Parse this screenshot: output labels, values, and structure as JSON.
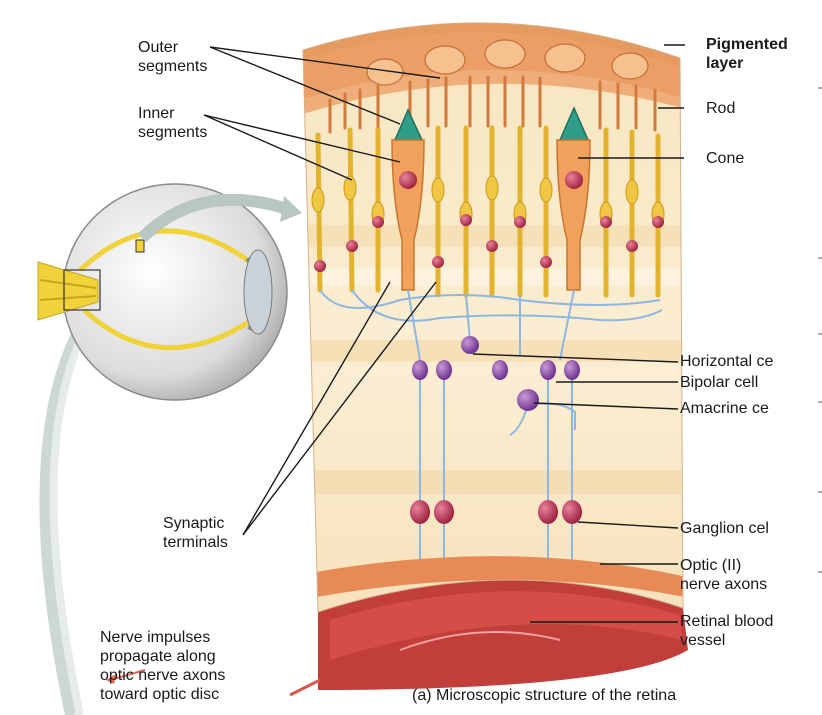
{
  "labels": {
    "outer_segments": [
      "Outer",
      "segments"
    ],
    "inner_segments": [
      "Inner",
      "segments"
    ],
    "pigmented_layer": [
      "Pigmented",
      "layer"
    ],
    "rod": "Rod",
    "cone": "Cone",
    "horizontal_cell": "Horizontal ce",
    "bipolar_cell": "Bipolar cell",
    "amacrine_cell": "Amacrine ce",
    "synaptic_terminals": [
      "Synaptic",
      "terminals"
    ],
    "ganglion_cell": "Ganglion cel",
    "optic_nerve_axons": [
      "Optic (II)",
      "nerve axons"
    ],
    "retinal_blood_vessel": [
      "Retinal blood",
      "vessel"
    ],
    "nerve_impulses": [
      "Nerve impulses",
      "propagate along",
      "optic nerve axons",
      "toward optic disc"
    ],
    "caption": "(a) Microscopic structure of the retina"
  }
}
